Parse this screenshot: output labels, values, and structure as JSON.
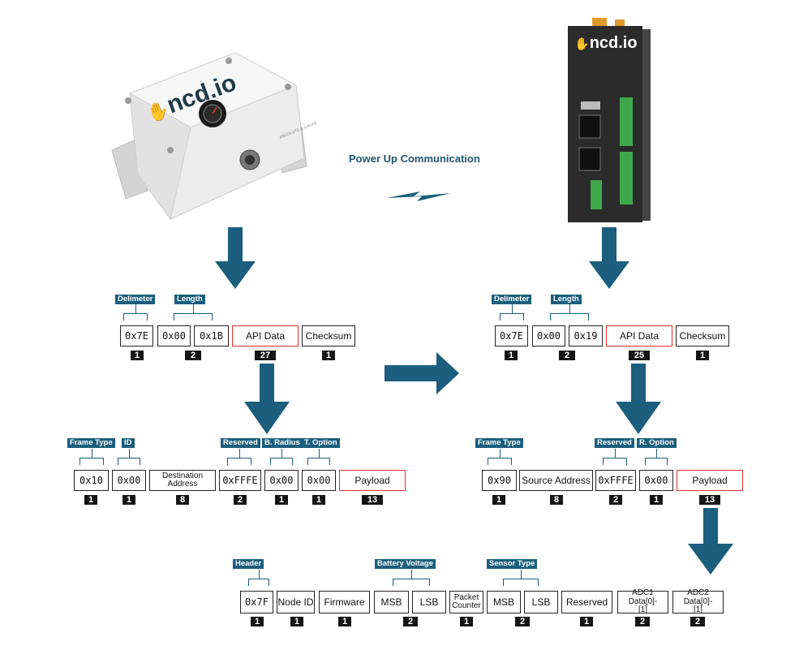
{
  "title": "Power Up Communication",
  "brand": "ncd.io",
  "sensor_text": "ABSOLUTE & GAUGE PRESSURE SENSOR",
  "left": {
    "frame": {
      "tags": {
        "delimeter": "Delimeter",
        "length": "Length"
      },
      "boxes": [
        "0x7E",
        "0x00",
        "0x1B",
        "API Data",
        "Checksum"
      ],
      "counts": [
        "1",
        "2",
        "27",
        "1"
      ]
    },
    "api": {
      "tags": {
        "frame_type": "Frame Type",
        "id": "ID",
        "reserved": "Reserved",
        "b_radius": "B. Radius",
        "t_option": "T. Option"
      },
      "boxes": [
        "0x10",
        "0x00",
        "Destination Address",
        "0xFFFE",
        "0x00",
        "0x00",
        "Payload"
      ],
      "counts": [
        "1",
        "1",
        "8",
        "2",
        "1",
        "1",
        "13"
      ]
    }
  },
  "right": {
    "frame": {
      "tags": {
        "delimeter": "Delimeter",
        "length": "Length"
      },
      "boxes": [
        "0x7E",
        "0x00",
        "0x19",
        "API Data",
        "Checksum"
      ],
      "counts": [
        "1",
        "2",
        "25",
        "1"
      ]
    },
    "api": {
      "tags": {
        "frame_type": "Frame Type",
        "reserved": "Reserved",
        "r_option": "R. Option"
      },
      "boxes": [
        "0x90",
        "Source Address",
        "0xFFFE",
        "0x00",
        "Payload"
      ],
      "counts": [
        "1",
        "8",
        "2",
        "1",
        "13"
      ]
    }
  },
  "payload": {
    "tags": {
      "header": "Header",
      "battery": "Battery Voltage",
      "sensor_type": "Sensor Type"
    },
    "boxes": [
      "0x7F",
      "Node ID",
      "Firmware",
      "MSB",
      "LSB",
      "Packet Counter",
      "MSB",
      "LSB",
      "Reserved",
      "ADC1 Data[0]-[1]",
      "ADC2 Data[0]-[1]"
    ],
    "counts": [
      "1",
      "1",
      "1",
      "2",
      "1",
      "2",
      "1",
      "2",
      "2"
    ]
  },
  "colors": {
    "arrow": "#1b5e7d",
    "tag": "#1b5e7d",
    "payload_border": "#e0302f"
  }
}
